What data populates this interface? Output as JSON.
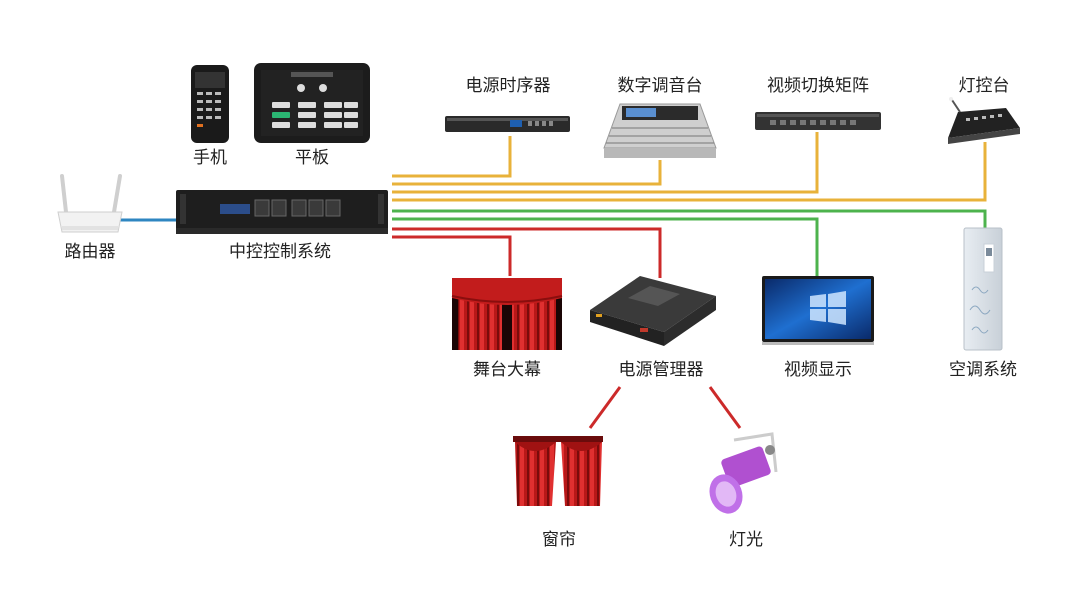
{
  "colors": {
    "orange": "#e8b23a",
    "green": "#4db34d",
    "red": "#cc2a2a",
    "blue": "#2e86c1"
  },
  "labels": {
    "phone": "手机",
    "tablet": "平板",
    "router": "路由器",
    "controller": "中控控制系统",
    "power_sequencer": "电源时序器",
    "mixer": "数字调音台",
    "video_matrix": "视频切换矩阵",
    "light_console": "灯控台",
    "stage_curtain": "舞台大幕",
    "power_manager": "电源管理器",
    "video_display": "视频显示",
    "ac_system": "空调系统",
    "window_curtain": "窗帘",
    "lighting": "灯光"
  }
}
